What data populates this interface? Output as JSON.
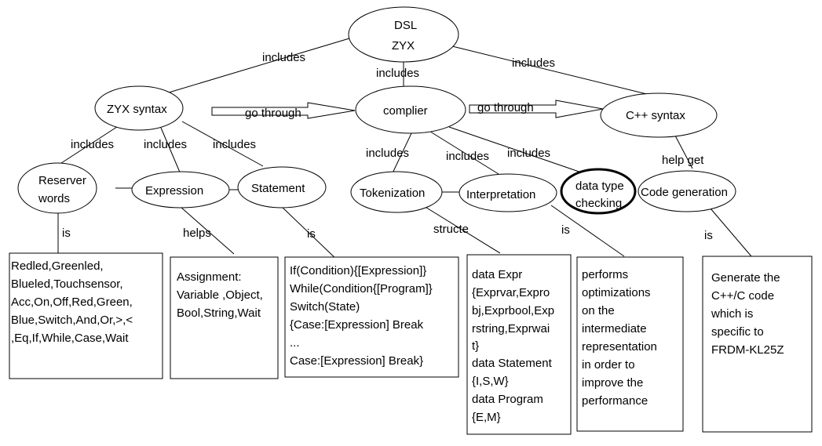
{
  "nodes": {
    "dsl_line1": "DSL",
    "dsl_line2": "ZYX",
    "zyx_syntax": "ZYX  syntax",
    "compiler": "complier",
    "cpp_syntax": "C++ syntax",
    "reserver_line1": "Reserver",
    "reserver_line2": "words",
    "expression": "Expression",
    "statement": "Statement",
    "tokenization": "Tokenization",
    "interpretation": "Interpretation",
    "datatype_line1": "data type",
    "datatype_line2": "checking",
    "code_generation": "Code generation"
  },
  "edge_labels": {
    "dsl_zyx": "includes",
    "dsl_compiler": "includes",
    "dsl_cpp": "includes",
    "zyx_compiler": "go through",
    "compiler_cpp": "go through",
    "zyx_reserver": "includes",
    "zyx_expression": "includes",
    "zyx_statement": "includes",
    "compiler_tokenization": "includes",
    "compiler_interpretation": "includes",
    "compiler_datatype": "includes",
    "cpp_codegen": "help get",
    "reserver_box": "is",
    "expression_box": "helps",
    "statement_box": "is",
    "tokenization_box": "structe",
    "interpretation_box": "is",
    "codegen_box": "is"
  },
  "boxes": {
    "reserved": [
      "Redled,Greenled,",
      "Blueled,Touchsensor,",
      "Acc,On,Off,Red,Green,",
      "Blue,Switch,And,Or,>,<",
      ",Eq,If,While,Case,Wait"
    ],
    "assignment": [
      "Assignment:",
      "Variable ,Object,",
      "Bool,String,Wait"
    ],
    "statements": [
      "If(Condition){[Expression]}",
      "While(Condition{[Program]}",
      "Switch(State)",
      "{Case:[Expression] Break",
      "...",
      "Case:[Expression] Break}"
    ],
    "data": [
      "data Expr",
      "{Exprvar,Expro",
      "bj,Exprbool,Exp",
      "rstring,Exprwai",
      "t}",
      "data Statement",
      "{I,S,W}",
      "data Program",
      "{E,M}"
    ],
    "optimizations": [
      "performs",
      "optimizations",
      "on the",
      "intermediate",
      "representation",
      "in order to",
      "improve the",
      "performance"
    ],
    "generate": [
      "Generate the",
      "C++/C code",
      "which is",
      "specific to",
      "FRDM-KL25Z"
    ]
  }
}
